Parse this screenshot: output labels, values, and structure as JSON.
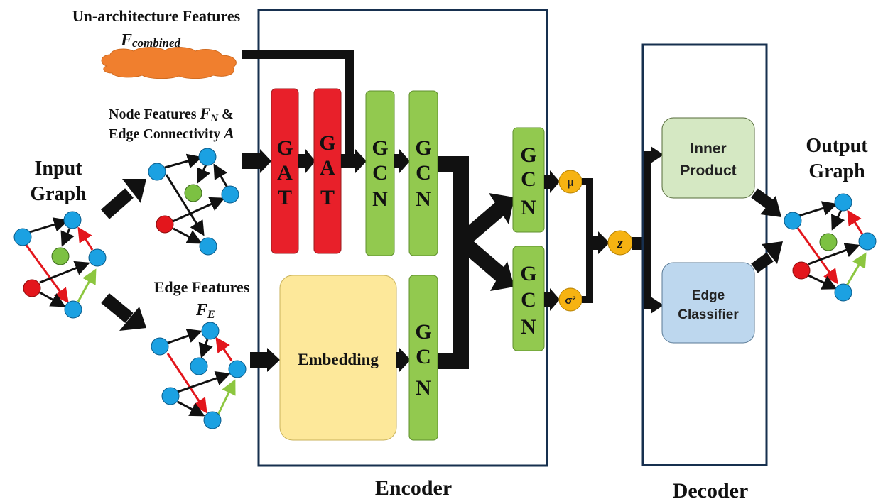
{
  "labels": {
    "un_arch": "Un-architecture Features",
    "f_combined_main": "F",
    "f_combined_sub": "combined",
    "node_features_prefix": "Node Features ",
    "node_features_var": "F",
    "node_features_sub": "N",
    "node_features_suffix": " &",
    "edge_connectivity_prefix": "Edge Connectivity ",
    "edge_connectivity_var": "A",
    "input_graph_line1": "Input",
    "input_graph_line2": "Graph",
    "edge_features": "Edge Features",
    "edge_features_var": "F",
    "edge_features_sub": "E",
    "output_graph_line1": "Output",
    "output_graph_line2": "Graph",
    "encoder": "Encoder",
    "decoder": "Decoder"
  },
  "blocks": {
    "gat": [
      "G",
      "A",
      "T"
    ],
    "gcn": [
      "G",
      "C",
      "N"
    ],
    "embedding": "Embedding",
    "mu": "μ",
    "sigma": "σ²",
    "z": "z",
    "inner_product_line1": "Inner",
    "inner_product_line2": "Product",
    "edge_classifier_line1": "Edge",
    "edge_classifier_line2": "Classifier"
  },
  "colors": {
    "gat": "#e8202a",
    "gcn": "#92c94f",
    "embedding": "#fde89a",
    "cloud": "#f07f2e",
    "latent": "#f6b312",
    "inner_product": "#d5e8c3",
    "edge_classifier": "#bdd7ee",
    "node_blue": "#1ba1e2",
    "node_green": "#7cc142",
    "node_red": "#e3161c",
    "edge_red": "#e3161c",
    "edge_green": "#8cc63f",
    "box_border": "#17304f",
    "output_title": "#e3161c"
  }
}
